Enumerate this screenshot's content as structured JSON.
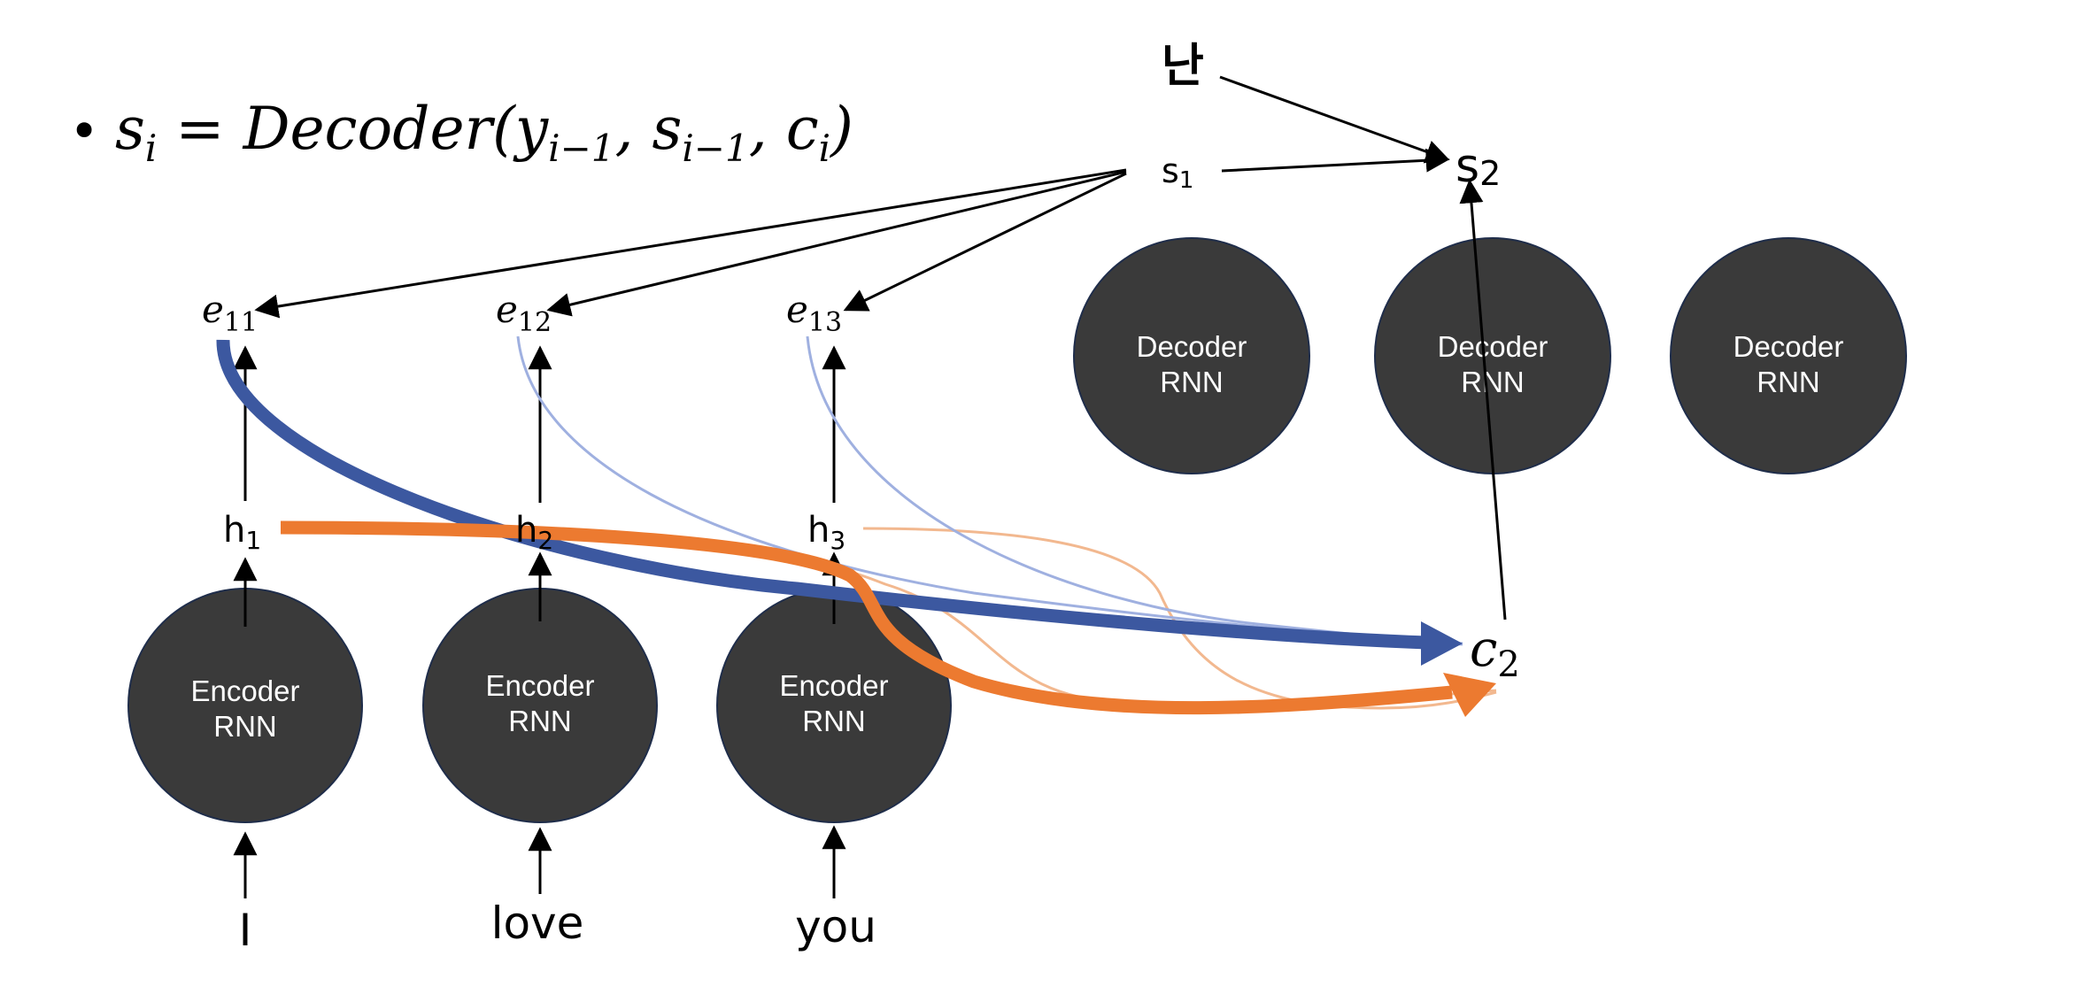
{
  "formula": {
    "bullet": "•",
    "lhs": "s",
    "lhs_sub": "i",
    "eq": " = ",
    "fn": "Decoder(",
    "a1": "y",
    "a1_sub": "i−1",
    "comma1": ", ",
    "a2": "s",
    "a2_sub": "i−1",
    "comma2": ", ",
    "a3": "c",
    "a3_sub": "i",
    "close": ")"
  },
  "encoder": {
    "label_line1": "Encoder",
    "label_line2": "RNN",
    "words": [
      "I",
      "love",
      "you"
    ],
    "hidden": [
      {
        "main": "h",
        "sub": "1"
      },
      {
        "main": "h",
        "sub": "2"
      },
      {
        "main": "h",
        "sub": "3"
      }
    ]
  },
  "scores": [
    {
      "main": "e",
      "sub": "11"
    },
    {
      "main": "e",
      "sub": "12"
    },
    {
      "main": "e",
      "sub": "13"
    }
  ],
  "decoder": {
    "label_line1": "Decoder",
    "label_line2": "RNN",
    "count": 3
  },
  "decoder_states": {
    "output_token": "난",
    "s1_main": "s",
    "s1_sub": "1",
    "s2_main": "s",
    "s2_sub": "2"
  },
  "context": {
    "main": "c",
    "sub": "2"
  },
  "colors": {
    "node_fill": "#3a3a3a",
    "blue_strong": "#3c58a0",
    "blue_light": "#9fb0e0",
    "orange_strong": "#ec7a30",
    "orange_light": "#f2b88f"
  }
}
